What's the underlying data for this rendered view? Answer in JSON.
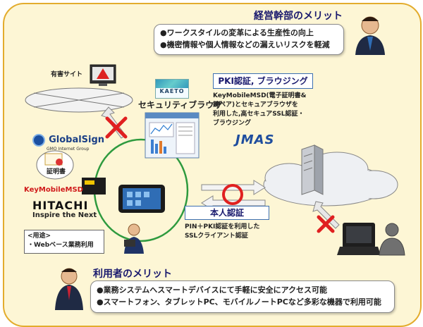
{
  "exec": {
    "title": "経営幹部のメリット",
    "bullets": [
      "●ワークスタイルの変革による生産性の向上",
      "●機密情報や個人情報などの漏えいリスクを軽減"
    ]
  },
  "user": {
    "title": "利用者のメリット",
    "bullets": [
      "●業務システムへスマートデバイスにて手軽に安全にアクセス可能",
      "●スマートフォン、タブレットPC、モバイルノートPCなど多彩な機器で利用可能"
    ]
  },
  "harmful_site": "有害サイト",
  "kaeto_logo": "KAETO",
  "browser_label": "セキュリティブラウザ",
  "pki": {
    "title": "PKI認証, ブラウジング",
    "lines": [
      "KeyMobileMSD(電子証明書&",
      "鍵ペア)とセキュアブラウザを",
      "利用した,高セキュアSSL認証・",
      "ブラウジング"
    ]
  },
  "globalsign": {
    "name": "GlobalSign",
    "sub": "GMO Internet Group"
  },
  "jmas": "JMAS",
  "certificate": "証明書",
  "keymobile": "KeyMobileMSD",
  "hitachi": {
    "name": "HITACHI",
    "tagline": "Inspire the Next"
  },
  "usage": {
    "title": "<用途>",
    "item": "・Webベース業務利用"
  },
  "auth": {
    "title": "本人認証",
    "lines": [
      "PIN＋PKI認証を利用した",
      "SSLクライアント認証"
    ]
  },
  "colors": {
    "frame_bg": "#fdf6d5",
    "frame_border": "#e3ac2d",
    "ring": "#2e9a3e",
    "cross": "#e02020",
    "heading": "#1a1a6e",
    "box_border": "#3d6fb0"
  }
}
